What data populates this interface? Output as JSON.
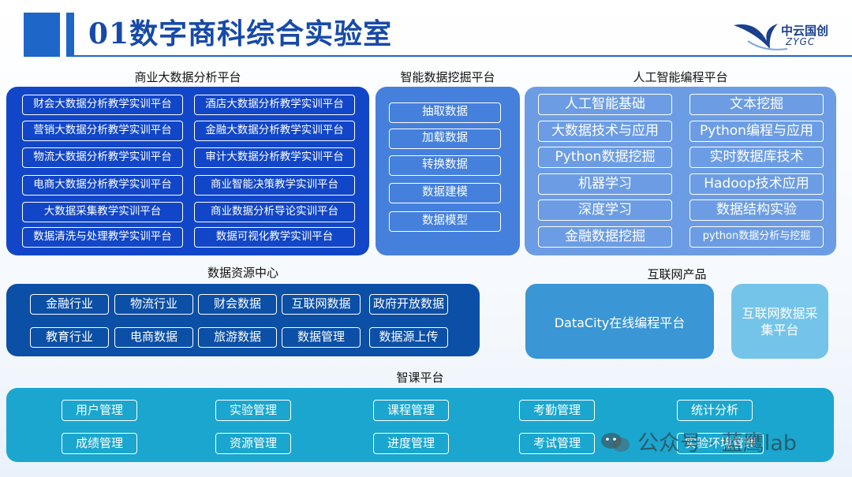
{
  "header": {
    "title": "01数字商科综合实验室"
  },
  "logo": {
    "cn": "中云国创",
    "en": "ZYGC"
  },
  "bigdata": {
    "title": "商业大数据分析平台",
    "left": [
      "财会大数据分析教学实训平台",
      "营销大数据分析教学实训平台",
      "物流大数据分析教学实训平台",
      "电商大数据分析教学实训平台",
      "大数据采集教学实训平台",
      "数据清洗与处理教学实训平台"
    ],
    "right": [
      "酒店大数据分析教学实训平台",
      "金融大数据分析教学实训平台",
      "审计大数据分析教学实训平台",
      "商业智能决策教学实训平台",
      "商业数据分析导论实训平台",
      "数据可视化教学实训平台"
    ]
  },
  "mining": {
    "title": "智能数据挖掘平台",
    "items": [
      "抽取数据",
      "加载数据",
      "转换数据",
      "数据建模",
      "数据模型"
    ]
  },
  "ai": {
    "title": "人工智能编程平台",
    "left": [
      "人工智能基础",
      "大数据技术与应用",
      "Python数据挖掘",
      "机器学习",
      "深度学习",
      "金融数据挖掘"
    ],
    "right": [
      "文本挖掘",
      "Python编程与应用",
      "实时数据库技术",
      "Hadoop技术应用",
      "数据结构实验",
      "python数据分析与挖掘"
    ]
  },
  "resources": {
    "title": "数据资源中心",
    "row1": [
      "金融行业",
      "物流行业",
      "财会数据",
      "互联网数据",
      "政府开放数据"
    ],
    "row2": [
      "教育行业",
      "电商数据",
      "旅游数据",
      "数据管理",
      "数据源上传"
    ]
  },
  "internet": {
    "title": "互联网产品",
    "items": [
      "DataCity在线编程平台",
      "互联网数据采集平台"
    ]
  },
  "smart": {
    "title": "智课平台",
    "row1": [
      "用户管理",
      "实验管理",
      "课程管理",
      "考勤管理",
      "统计分析"
    ],
    "row2": [
      "成绩管理",
      "资源管理",
      "进度管理",
      "考试管理",
      "实验环境管理"
    ]
  },
  "watermark": {
    "text": "公众号 · 蓝鹰lab"
  },
  "colors": {
    "header_blue": "#1e66c8",
    "bigdata_bg": "#1246c8",
    "mining_bg": "#4580dc",
    "ai_bg": "#6c9de4",
    "resource_bg": "#0b4fa6",
    "smart_bg": "#1aa6cf"
  }
}
